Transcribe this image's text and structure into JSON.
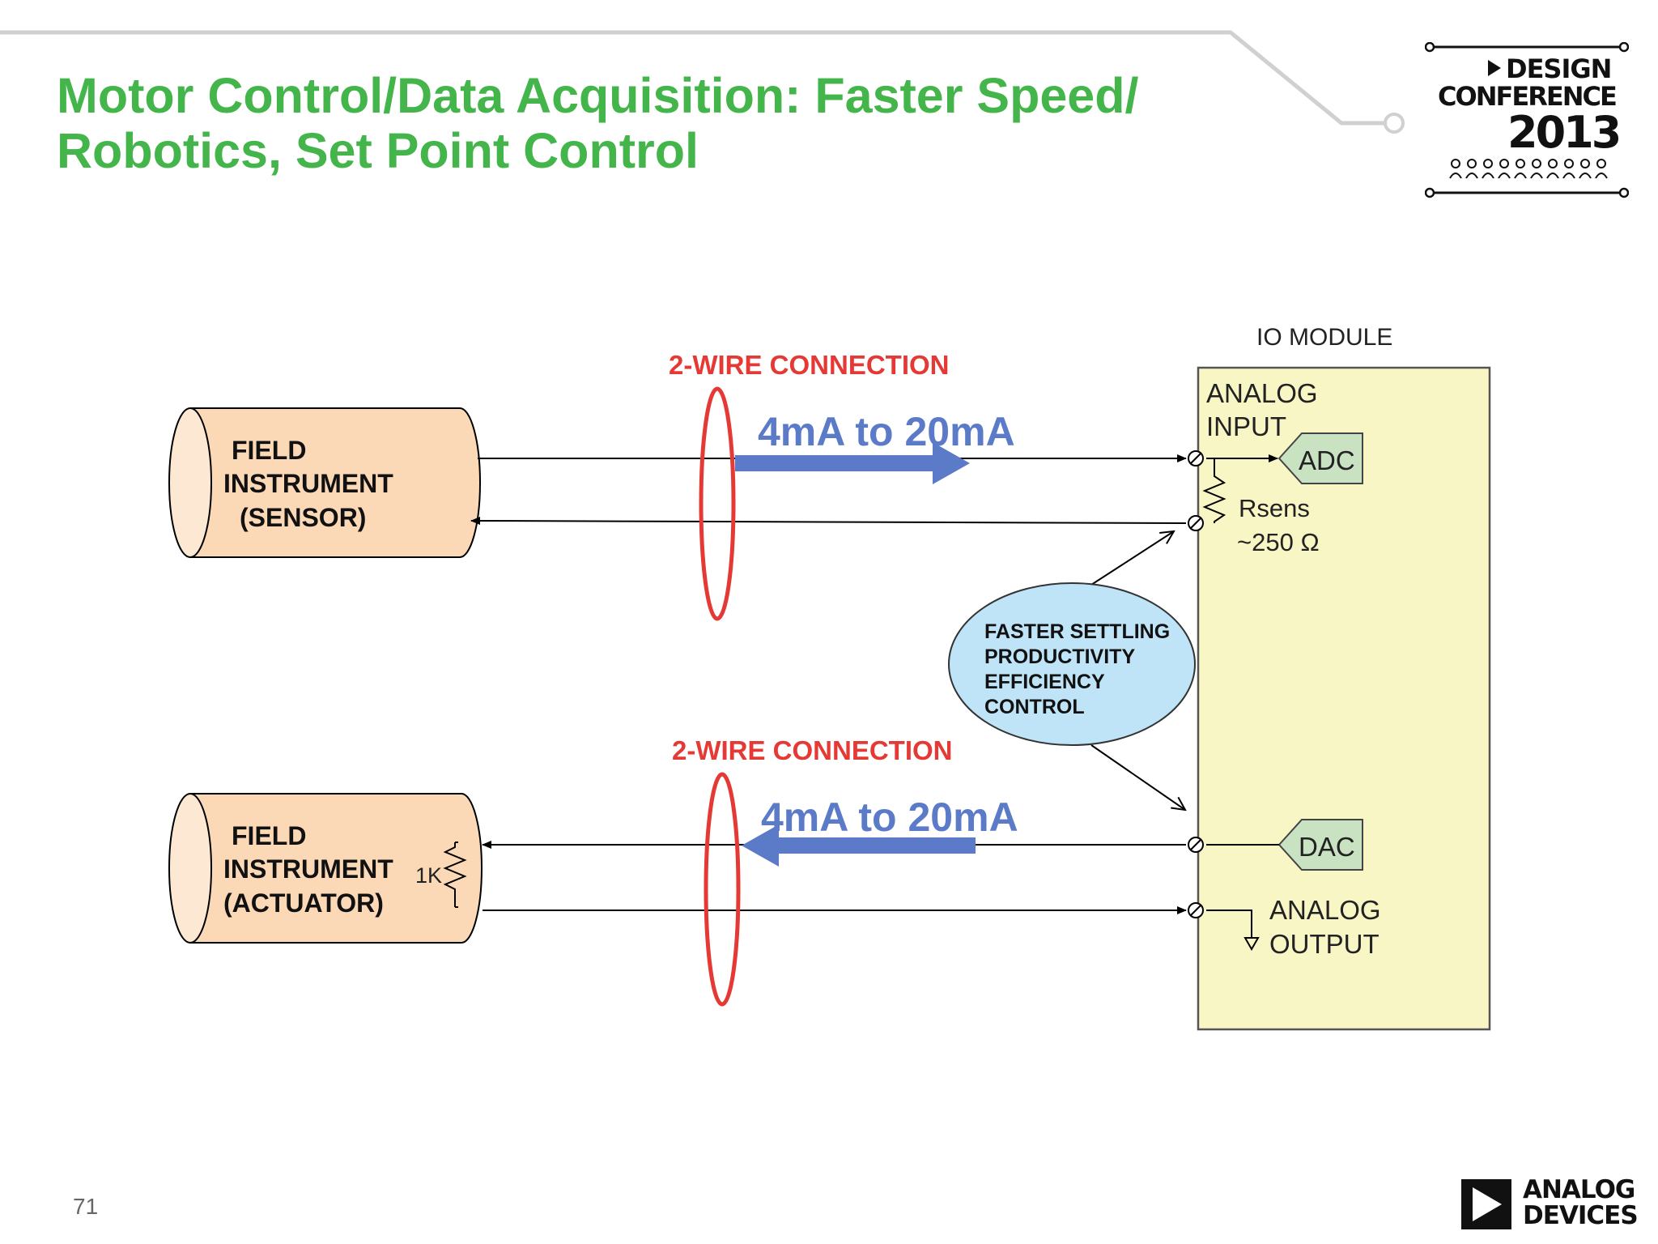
{
  "slide": {
    "title_line1": "Motor Control/Data Acquisition: Faster Speed/",
    "title_line2": "Robotics, Set Point Control",
    "page_number": "71"
  },
  "logo_conference": {
    "line1": "DESIGN",
    "line2": "CONFERENCE",
    "year": "2013"
  },
  "logo_company": {
    "line1": "ANALOG",
    "line2": "DEVICES"
  },
  "diagram": {
    "io_module_label": "IO MODULE",
    "analog_input_line1": "ANALOG",
    "analog_input_line2": "INPUT",
    "adc_label": "ADC",
    "rsens_label": "Rsens",
    "rsens_value": "~250 Ω",
    "dac_label": "DAC",
    "analog_output_line1": "ANALOG",
    "analog_output_line2": "OUTPUT",
    "sensor": {
      "line1": "FIELD",
      "line2": "INSTRUMENT",
      "line3": "(SENSOR)"
    },
    "actuator": {
      "line1": "FIELD",
      "line2": "INSTRUMENT",
      "line3": "(ACTUATOR)",
      "resistor_label": "1K"
    },
    "connection_top": "2-WIRE CONNECTION",
    "connection_bottom": "2-WIRE CONNECTION",
    "current_top": "4mA to 20mA",
    "current_bottom": "4mA to 20mA",
    "benefits": [
      "FASTER SETTLING",
      "PRODUCTIVITY",
      "EFFICIENCY",
      "CONTROL"
    ]
  },
  "colors": {
    "title_green": "#43b54a",
    "connection_red": "#e53935",
    "arrow_blue": "#5b7bc9",
    "cylinder_fill": "#fcd9b6",
    "module_fill": "#f9f6c5",
    "bubble_fill": "#bfe3f7",
    "tag_fill": "#c9e2c2"
  }
}
